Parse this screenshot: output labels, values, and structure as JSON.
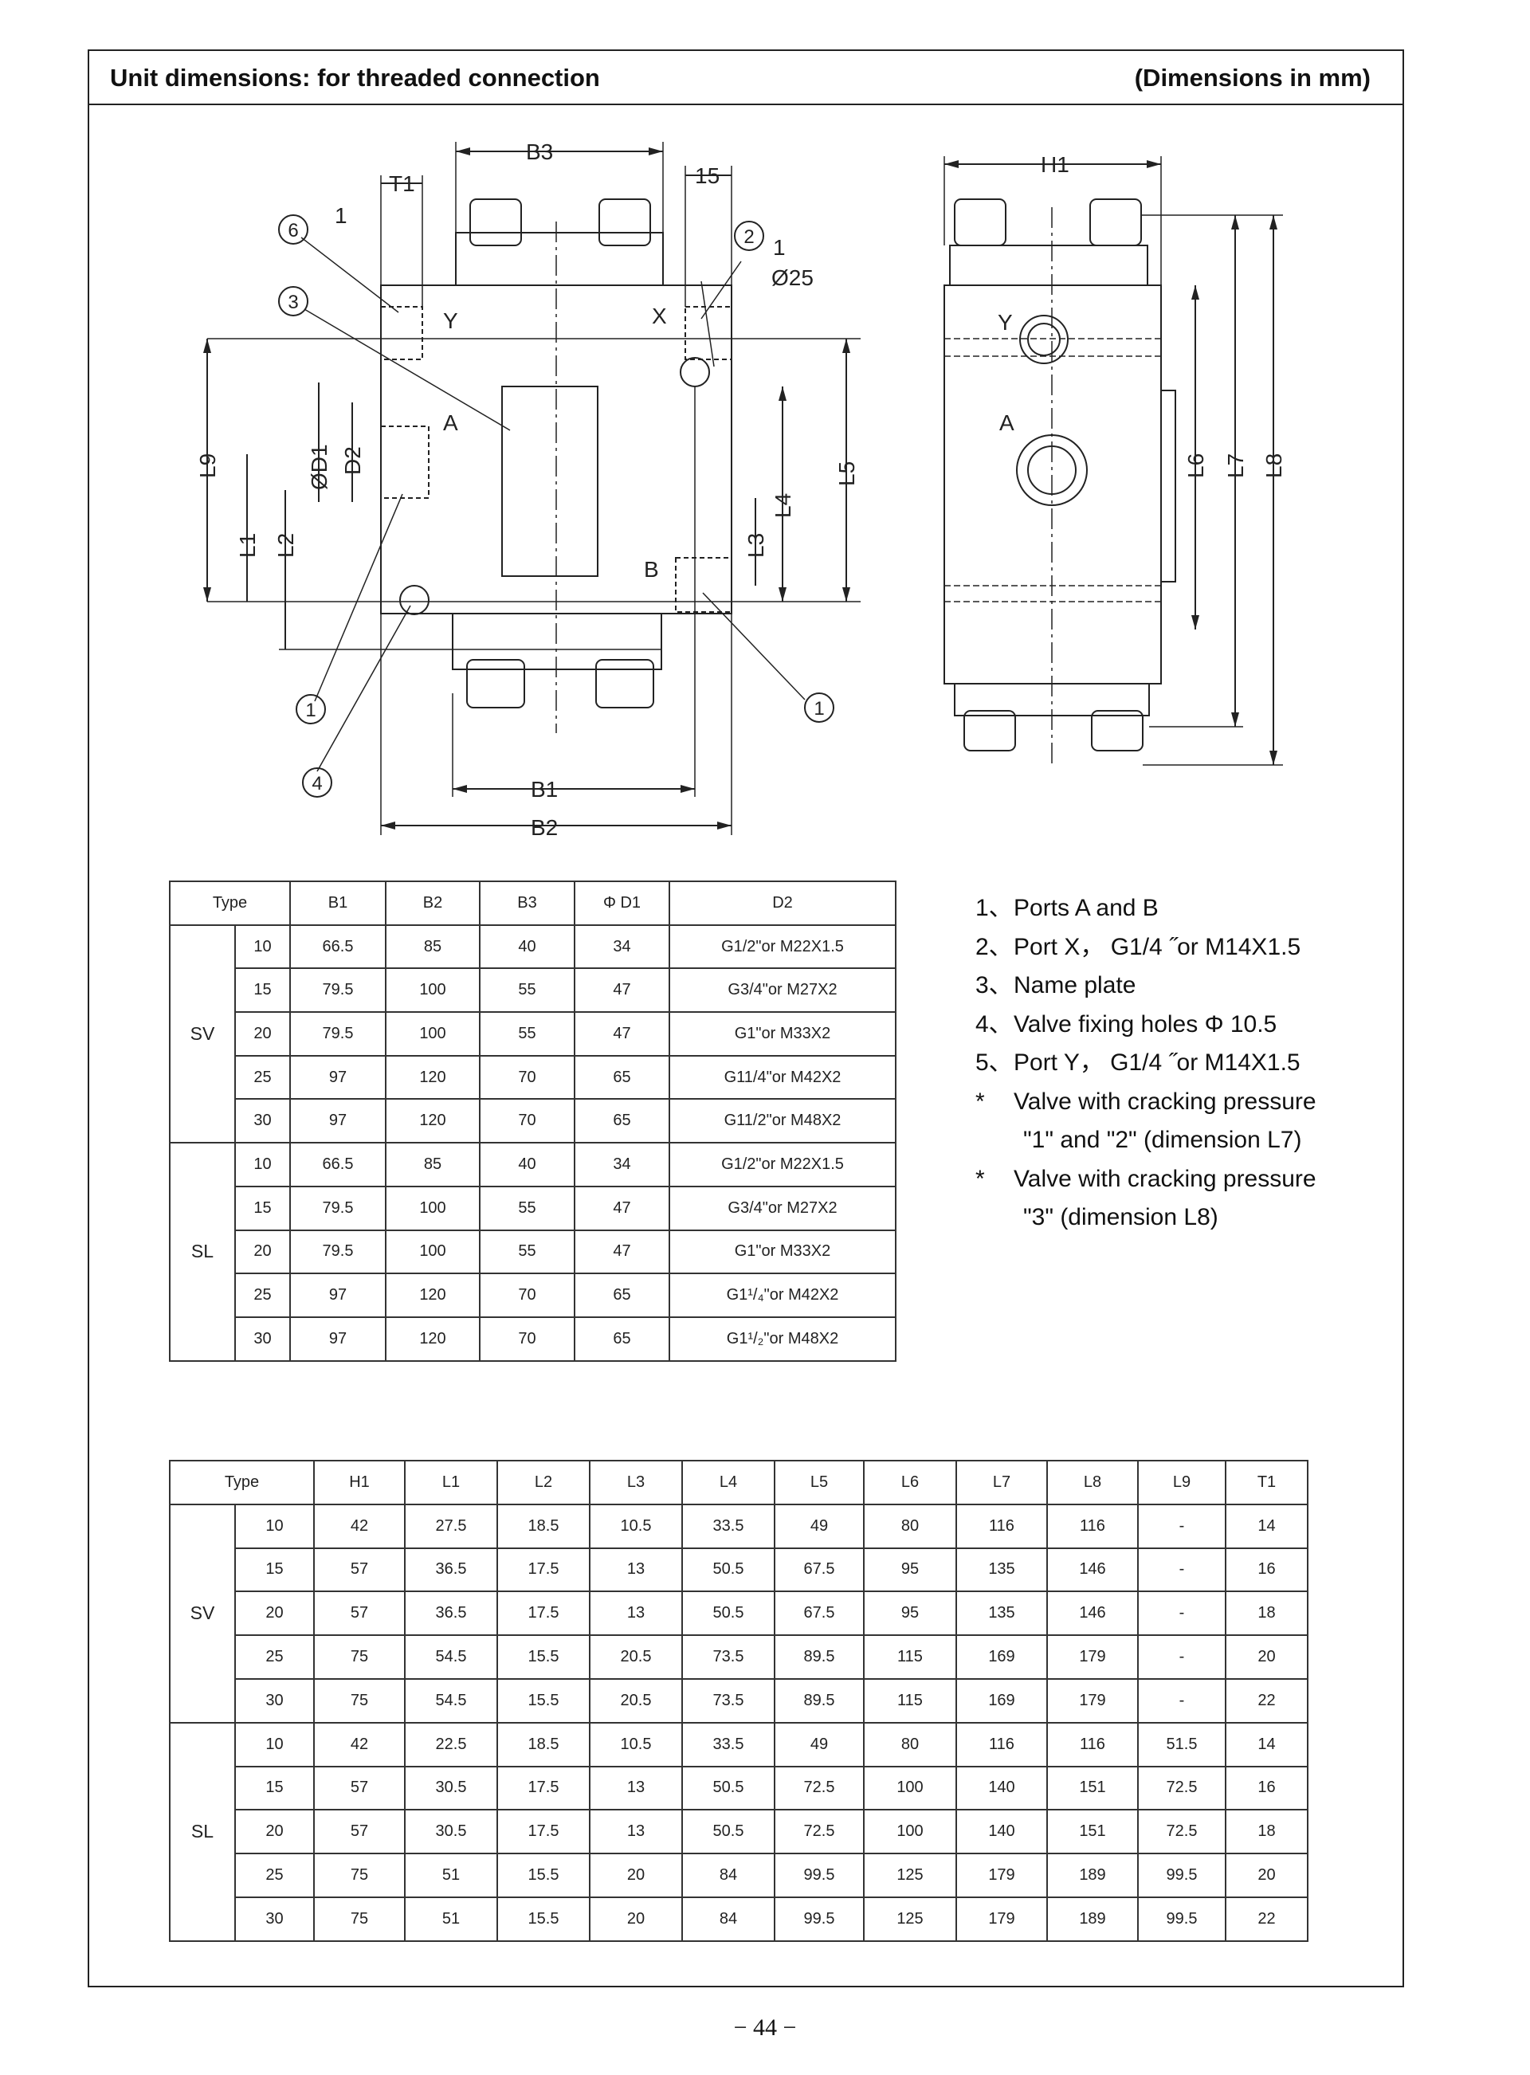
{
  "header": {
    "title": "Unit dimensions: for threaded connection",
    "unit_note": "(Dimensions in mm)"
  },
  "drawing_labels": {
    "B3": "B3",
    "T1": "T1",
    "s15": "15",
    "one_a": "1",
    "one_b": "1",
    "H1": "H1",
    "phi25": "Ø25",
    "Y": "Y",
    "X": "X",
    "A": "A",
    "B": "B",
    "phiD1": "ØD1",
    "D2": "D2",
    "L1": "L1",
    "L2": "L2",
    "L3": "L3",
    "L4": "L4",
    "L5": "L5",
    "L6": "L6",
    "L7": "L7",
    "L8": "L8",
    "L9": "L9",
    "B1": "B1",
    "B2": "B2",
    "Y_side": "Y",
    "A_side": "A",
    "c1a": "1",
    "c1b": "1",
    "c2": "2",
    "c3": "3",
    "c4": "4",
    "c6": "6"
  },
  "table1": {
    "headers": [
      "Type",
      "B1",
      "B2",
      "B3",
      "Φ D1",
      "D2"
    ],
    "groups": [
      {
        "name": "SV",
        "rows": [
          [
            "10",
            "66.5",
            "85",
            "40",
            "34",
            "G1/2\"or M22X1.5"
          ],
          [
            "15",
            "79.5",
            "100",
            "55",
            "47",
            "G3/4\"or M27X2"
          ],
          [
            "20",
            "79.5",
            "100",
            "55",
            "47",
            "G1\"or M33X2"
          ],
          [
            "25",
            "97",
            "120",
            "70",
            "65",
            "G11/4\"or M42X2"
          ],
          [
            "30",
            "97",
            "120",
            "70",
            "65",
            "G11/2\"or M48X2"
          ]
        ]
      },
      {
        "name": "SL",
        "rows": [
          [
            "10",
            "66.5",
            "85",
            "40",
            "34",
            "G1/2\"or M22X1.5"
          ],
          [
            "15",
            "79.5",
            "100",
            "55",
            "47",
            "G3/4\"or M27X2"
          ],
          [
            "20",
            "79.5",
            "100",
            "55",
            "47",
            "G1\"or M33X2"
          ],
          [
            "25",
            "97",
            "120",
            "70",
            "65",
            "G1¹/₄\"or M42X2"
          ],
          [
            "30",
            "97",
            "120",
            "70",
            "65",
            "G1¹/₂\"or M48X2"
          ]
        ]
      }
    ]
  },
  "legend": [
    {
      "num": "1、",
      "text": "Ports A and B"
    },
    {
      "num": "2、",
      "text": "Port X， G1/4 ˝or M14X1.5"
    },
    {
      "num": "3、",
      "text": "Name plate"
    },
    {
      "num": "4、",
      "text": "Valve fixing holes Φ 10.5"
    },
    {
      "num": "5、",
      "text": "Port Y， G1/4 ˝or M14X1.5"
    },
    {
      "num": "*",
      "text": "Valve with cracking pressure",
      "cont": "\"1\" and \"2\" (dimension L7)"
    },
    {
      "num": "*",
      "text": "Valve with cracking pressure",
      "cont": "\"3\"  (dimension L8)"
    }
  ],
  "table2": {
    "headers": [
      "Type",
      "H1",
      "L1",
      "L2",
      "L3",
      "L4",
      "L5",
      "L6",
      "L7",
      "L8",
      "L9",
      "T1"
    ],
    "groups": [
      {
        "name": "SV",
        "rows": [
          [
            "10",
            "42",
            "27.5",
            "18.5",
            "10.5",
            "33.5",
            "49",
            "80",
            "116",
            "116",
            "-",
            "14"
          ],
          [
            "15",
            "57",
            "36.5",
            "17.5",
            "13",
            "50.5",
            "67.5",
            "95",
            "135",
            "146",
            "-",
            "16"
          ],
          [
            "20",
            "57",
            "36.5",
            "17.5",
            "13",
            "50.5",
            "67.5",
            "95",
            "135",
            "146",
            "-",
            "18"
          ],
          [
            "25",
            "75",
            "54.5",
            "15.5",
            "20.5",
            "73.5",
            "89.5",
            "115",
            "169",
            "179",
            "-",
            "20"
          ],
          [
            "30",
            "75",
            "54.5",
            "15.5",
            "20.5",
            "73.5",
            "89.5",
            "115",
            "169",
            "179",
            "-",
            "22"
          ]
        ]
      },
      {
        "name": "SL",
        "rows": [
          [
            "10",
            "42",
            "22.5",
            "18.5",
            "10.5",
            "33.5",
            "49",
            "80",
            "116",
            "116",
            "51.5",
            "14"
          ],
          [
            "15",
            "57",
            "30.5",
            "17.5",
            "13",
            "50.5",
            "72.5",
            "100",
            "140",
            "151",
            "72.5",
            "16"
          ],
          [
            "20",
            "57",
            "30.5",
            "17.5",
            "13",
            "50.5",
            "72.5",
            "100",
            "140",
            "151",
            "72.5",
            "18"
          ],
          [
            "25",
            "75",
            "51",
            "15.5",
            "20",
            "84",
            "99.5",
            "125",
            "179",
            "189",
            "99.5",
            "20"
          ],
          [
            "30",
            "75",
            "51",
            "15.5",
            "20",
            "84",
            "99.5",
            "125",
            "179",
            "189",
            "99.5",
            "22"
          ]
        ]
      }
    ]
  },
  "page_number": "− 44 −"
}
